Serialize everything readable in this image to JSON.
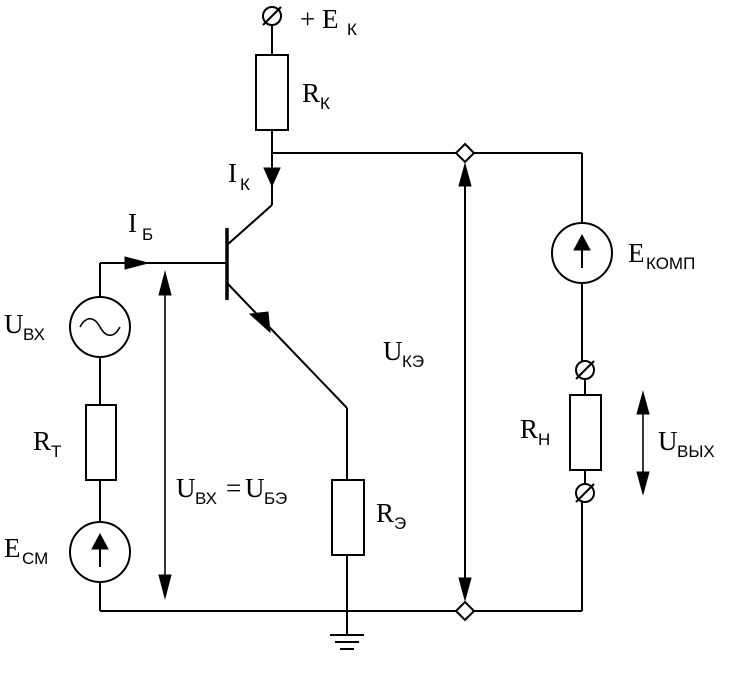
{
  "labels": {
    "ek_plus": "+ E",
    "ek_sub": "К",
    "rk": "R",
    "rk_sub": "К",
    "ik": "I",
    "ik_sub": "К",
    "ib": "I",
    "ib_sub": "Б",
    "uvx": "U",
    "uvx_sub": "ВХ",
    "rt": "R",
    "rt_sub": "Т",
    "esm": "E",
    "esm_sub": "СМ",
    "uvx_eq": "U",
    "uvx_eq_sub": "ВХ",
    "equals": "=",
    "ube": "U",
    "ube_sub": "БЭ",
    "re": "R",
    "re_sub": "Э",
    "uke": "U",
    "uke_sub": "КЭ",
    "ekomp": "E",
    "ekomp_sub": "КОМП",
    "rn": "R",
    "rn_sub": "Н",
    "uvyx": "U",
    "uvyx_sub": "ВЫХ"
  }
}
